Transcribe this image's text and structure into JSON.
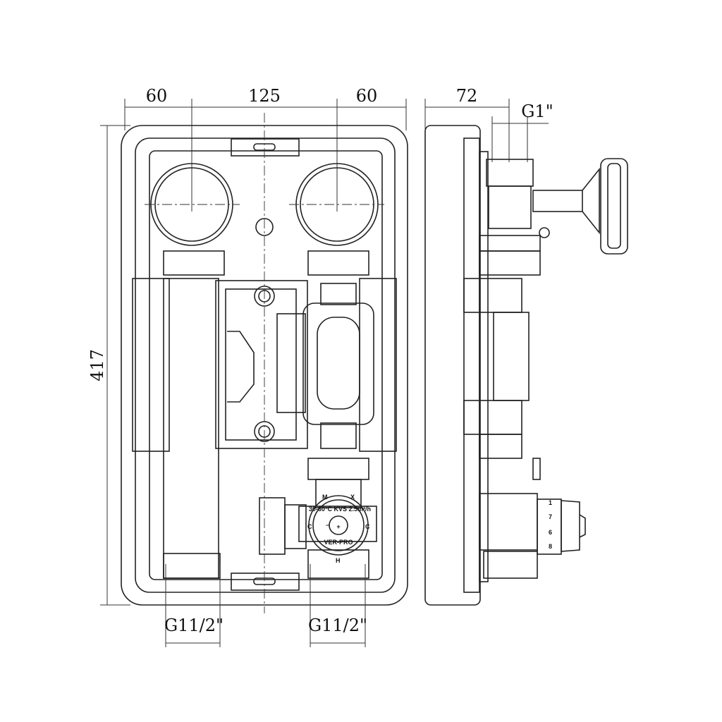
{
  "dimensions": {
    "left_offset": "60",
    "center_spacing": "125",
    "right_offset": "60",
    "height": "417",
    "depth": "72",
    "top_thread": "G1\"",
    "bottom_left_thread": "G11/2\"",
    "bottom_right_thread": "G11/2\""
  },
  "mixing_valve": {
    "brand": "VER-PRO",
    "scale_text": "30-60°C KVS 2.5m³/h",
    "port_m": "M",
    "port_x": "X",
    "port_c_left": "C",
    "port_c_right": "C",
    "port_h": "H",
    "plus": "+",
    "minus": "−"
  },
  "thermo_head": {
    "scale": [
      "1",
      "6",
      "7",
      "8"
    ]
  }
}
